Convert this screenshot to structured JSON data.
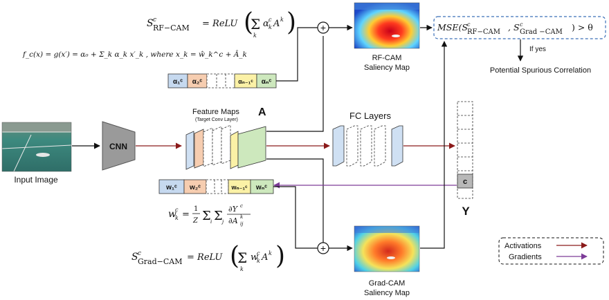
{
  "input": {
    "label": "Input Image"
  },
  "cnn": {
    "label": "CNN"
  },
  "feature_maps": {
    "title": "Feature Maps",
    "subtitle": "(Target Conv Layer)",
    "symbol": "A"
  },
  "fc": {
    "title": "FC Layers"
  },
  "output": {
    "class_label": "c",
    "symbol": "Y"
  },
  "rf_cam": {
    "formula_lhs": "S",
    "formula_sup": "c",
    "formula_sub": "RF−CAM",
    "formula_rhs": "= ReLU",
    "surrogate_formula": "f_c(x) = g(x′) = α₀ + Σ_k α_k x′_k , where x_k = ŵ_k^c + Â_k",
    "alpha_labels": [
      "α₁ᶜ",
      "α₂ᶜ",
      "αₙ₋₁ᶜ",
      "αₙᶜ"
    ],
    "map_label_line1": "RF-CAM",
    "map_label_line2": "Saliency Map"
  },
  "grad_cam": {
    "weight_labels": [
      "w₁ᶜ",
      "w₂ᶜ",
      "wₙ₋₁ᶜ",
      "wₙᶜ"
    ],
    "weight_formula": "w_k^c = (1/Z) Σ_i Σ_j ∂Y^c / ∂A_ij^k",
    "formula_sub": "Grad−CAM",
    "map_label_line1": "Grad-CAM",
    "map_label_line2": "Saliency Map"
  },
  "mse": {
    "text": "MSE(S",
    "sub1": "RF−CAM",
    "sub2": "Grad −CAM",
    "tail": ") > θ",
    "if_yes": "If yes",
    "conclusion": "Potential Spurious Correlation"
  },
  "legend": {
    "activations": "Activations",
    "gradients": "Gradients"
  },
  "colors": {
    "activation_arrow": "#8b1a1a",
    "gradient_arrow": "#7d3c98",
    "alpha1": "#c6d9ef",
    "alpha2": "#f6cdb0",
    "alphan1": "#fbf1a6",
    "alphan": "#cde8bd",
    "cnn": "#9a9a9a",
    "fc": "#cfe0f3",
    "mse_border": "#3a6fb7"
  }
}
